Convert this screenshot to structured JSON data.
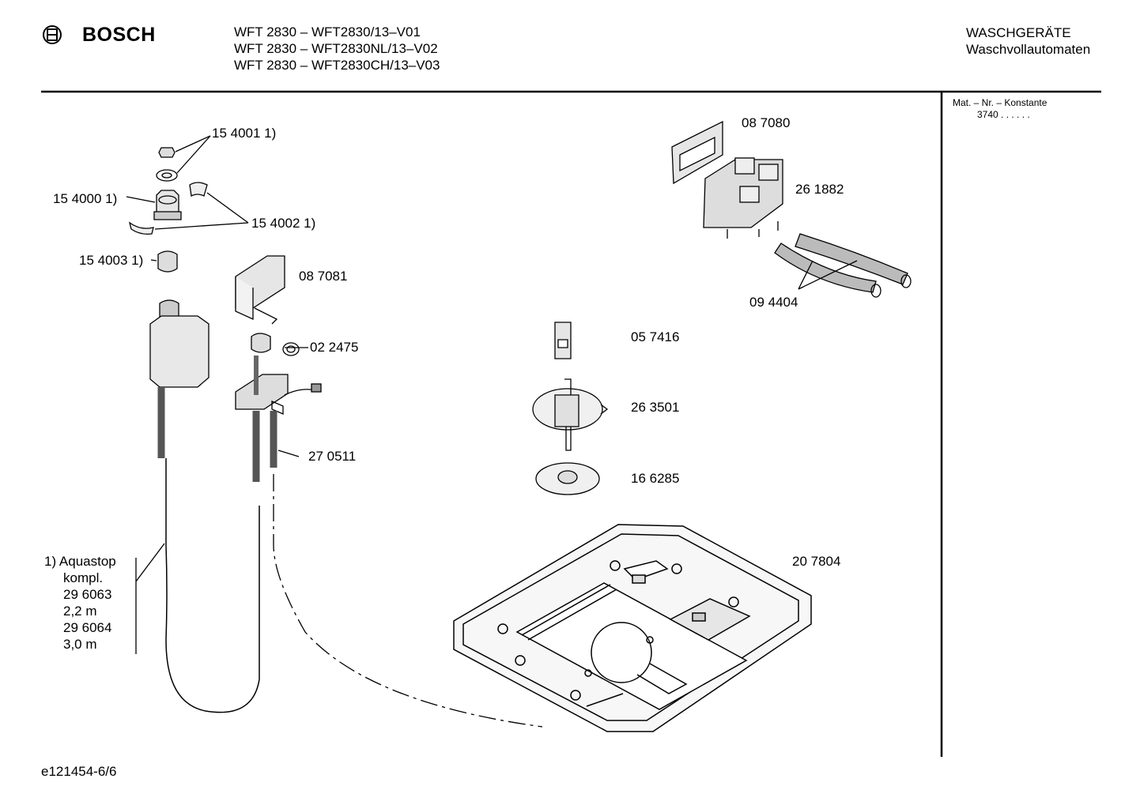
{
  "header": {
    "brand": "BOSCH",
    "models": [
      "WFT 2830 – WFT2830/13–V01",
      "WFT 2830 – WFT2830NL/13–V02",
      "WFT 2830 – WFT2830CH/13–V03"
    ],
    "category": "WASCHGERÄTE",
    "subcategory": "Waschvollautomaten"
  },
  "side_panel": {
    "mat_nr_label": "Mat. – Nr. – Konstante",
    "mat_nr_value": "3740  .  .    .  .  .  ."
  },
  "parts": {
    "p154001": "15 4001 1)",
    "p154000": "15 4000 1)",
    "p154002": "15 4002 1)",
    "p154003": "15 4003 1)",
    "p087081": "08 7081",
    "p022475": "02 2475",
    "p270511": "27 0511",
    "p087080": "08 7080",
    "p261882": "26 1882",
    "p094404": "09 4404",
    "p057416": "05 7416",
    "p263501": "26 3501",
    "p166285": "16 6285",
    "p207804": "20 7804"
  },
  "aquastop_note": {
    "line1": "1)  Aquastop",
    "line2": "kompl.",
    "line3": "29 6063",
    "line4": "2,2 m",
    "line5": "29 6064",
    "line6": "3,0 m"
  },
  "footer": {
    "doc_id": "e121454-6/6"
  }
}
